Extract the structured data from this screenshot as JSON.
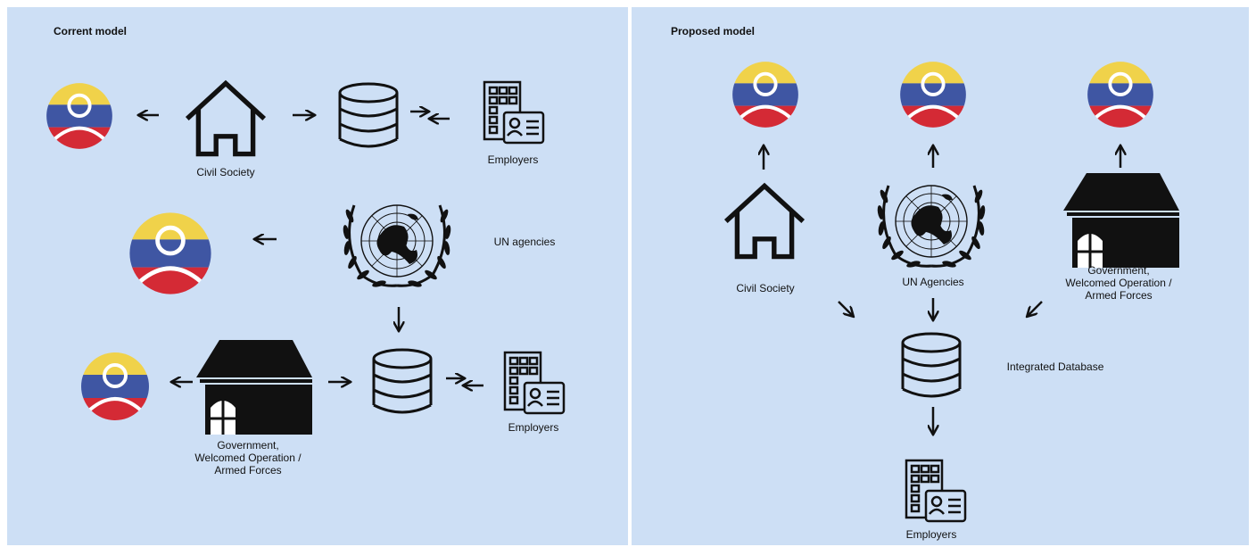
{
  "current_model": {
    "title": "Corrent model",
    "labels": {
      "civil_society": "Civil Society",
      "employers_top": "Employers",
      "un_agencies": "UN agencies",
      "government_line1": "Government,",
      "government_line2": "Welcomed Operation /",
      "government_line3": "Armed Forces",
      "employers_bottom": "Employers"
    }
  },
  "proposed_model": {
    "title": "Proposed model",
    "labels": {
      "civil_society": "Civil Society",
      "un_agencies": "UN Agencies",
      "government_line1": "Government,",
      "government_line2": "Welcomed Operation /",
      "government_line3": "Armed Forces",
      "integrated_database": "Integrated Database",
      "employers": "Employers"
    }
  },
  "colors": {
    "panel_bg": "#cddff5",
    "flag_yellow": "#f0d24a",
    "flag_blue": "#3f56a3",
    "flag_red": "#d42a35",
    "ink": "#111111"
  },
  "icons": [
    "person-flag-icon",
    "house-icon",
    "database-icon",
    "employer-building-icon",
    "un-emblem-icon",
    "government-building-icon"
  ]
}
